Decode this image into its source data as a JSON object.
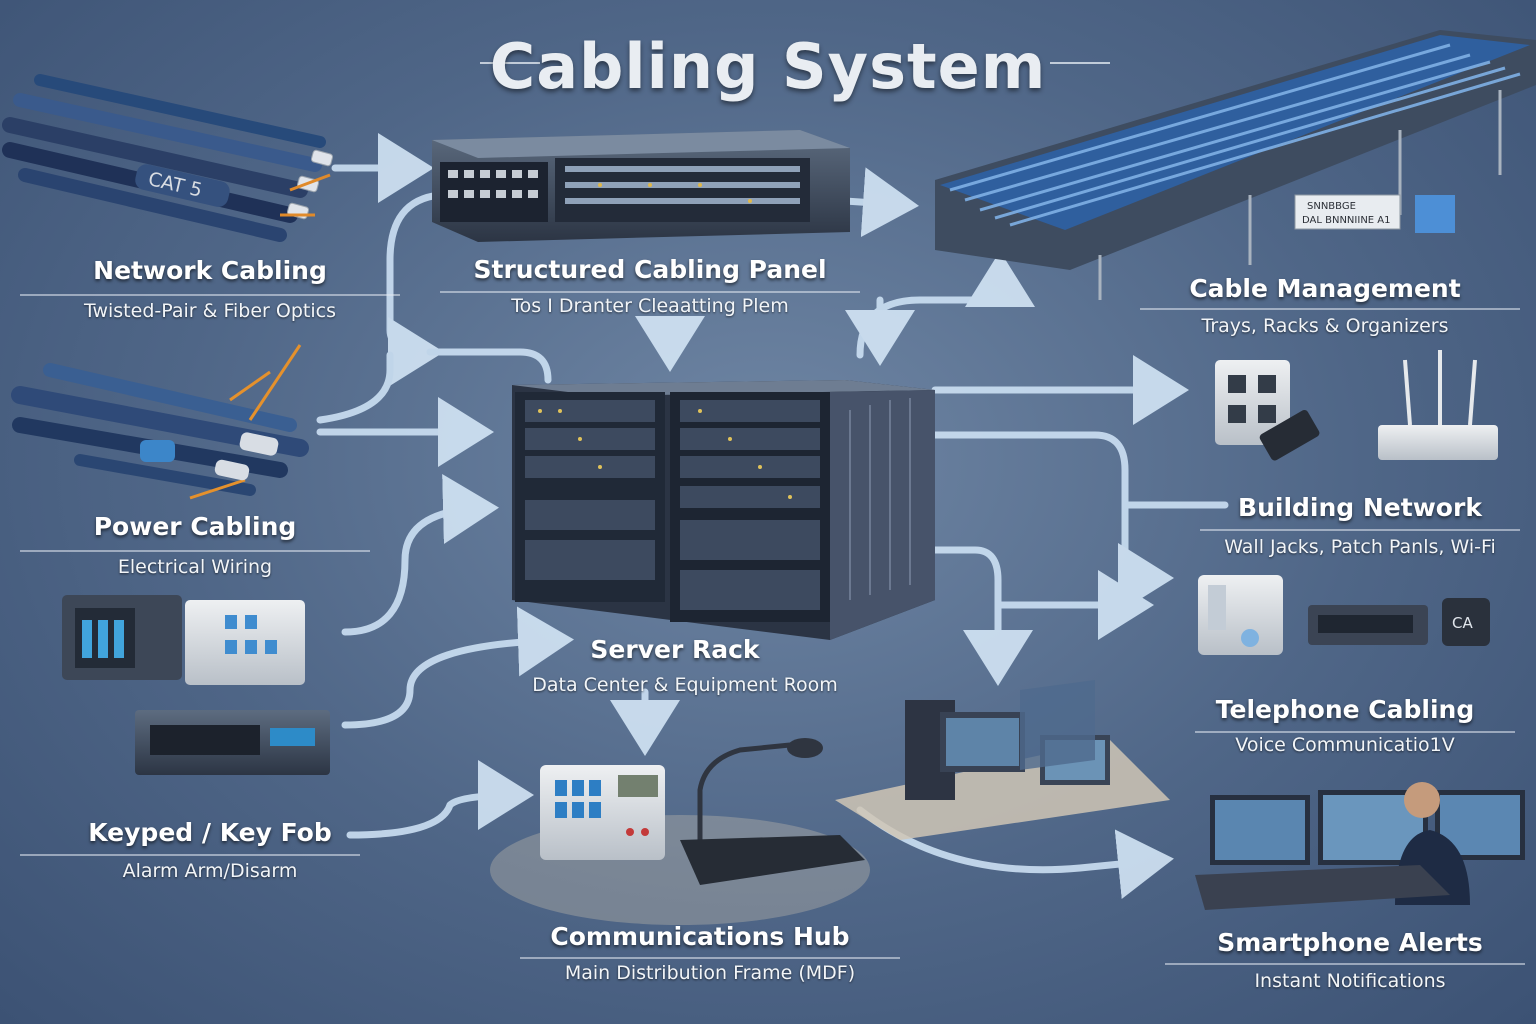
{
  "title": "Cabling System",
  "nodes": {
    "network_cabling": {
      "label": "Network Cabling",
      "sub": "Twisted-Pair & Fiber Optics"
    },
    "structured_panel": {
      "label": "Structured Cabling Panel",
      "sub": "Tos I Dranter Cleaatting Plem"
    },
    "cable_management": {
      "label": "Cable Management",
      "sub": "Trays, Racks & Organizers"
    },
    "power_cabling": {
      "label": "Power Cabling",
      "sub": "Electrical Wiring"
    },
    "building_network": {
      "label": "Building Network",
      "sub": "Wall Jacks, Patch Panls, Wi-Fi"
    },
    "server_rack": {
      "label": "Server Rack",
      "sub": "Data Center & Equipment Room"
    },
    "telephone_cabling": {
      "label": "Telephone Cabling",
      "sub": "Voice Communicatio1V"
    },
    "keypad": {
      "label": "Keyped / Key Fob",
      "sub": "Alarm Arm/Disarm"
    },
    "comm_hub": {
      "label": "Communications Hub",
      "sub": "Main Distribution Frame (MDF)"
    },
    "smartphone_alerts": {
      "label": "Smartphone Alerts",
      "sub": "Instant Notifications"
    }
  },
  "illustration_text": {
    "cable_jacket": "CAT 5",
    "tray_tag_line1": "SNNBBGE",
    "tray_tag_line2": "DAL BNNNIINE A1",
    "pad_tag": "CA"
  },
  "colors": {
    "arrow": "#cfe3f6",
    "background": "#55708f",
    "label": "#ffffff"
  }
}
